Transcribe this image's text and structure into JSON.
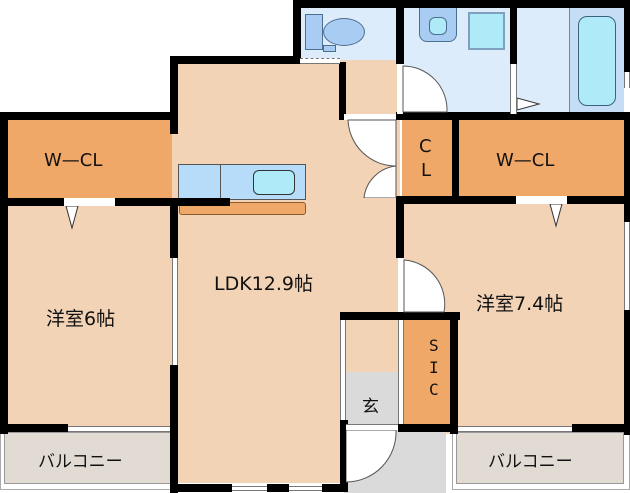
{
  "rooms": {
    "ldk": {
      "label": "LDK12.9帖"
    },
    "western_left": {
      "label": "洋室6帖"
    },
    "western_right": {
      "label": "洋室7.4帖"
    },
    "wcl_left": {
      "label": "W—CL"
    },
    "wcl_right": {
      "label": "W—CL"
    },
    "cl": {
      "label_c": "C",
      "label_l": "L"
    },
    "sic": {
      "label_s": "S",
      "label_i": "I",
      "label_c": "C"
    },
    "genkan": {
      "label": "玄"
    },
    "balcony_left": {
      "label": "バルコニー"
    },
    "balcony_right": {
      "label": "バルコニー"
    }
  },
  "colors": {
    "room": "#f2d3b6",
    "closet": "#f0a868",
    "wet_area": "#dcecfb",
    "fixture": "#aeeaf8",
    "balcony": "#e2dbd3",
    "genkan": "#dadada",
    "wall": "#000000"
  }
}
